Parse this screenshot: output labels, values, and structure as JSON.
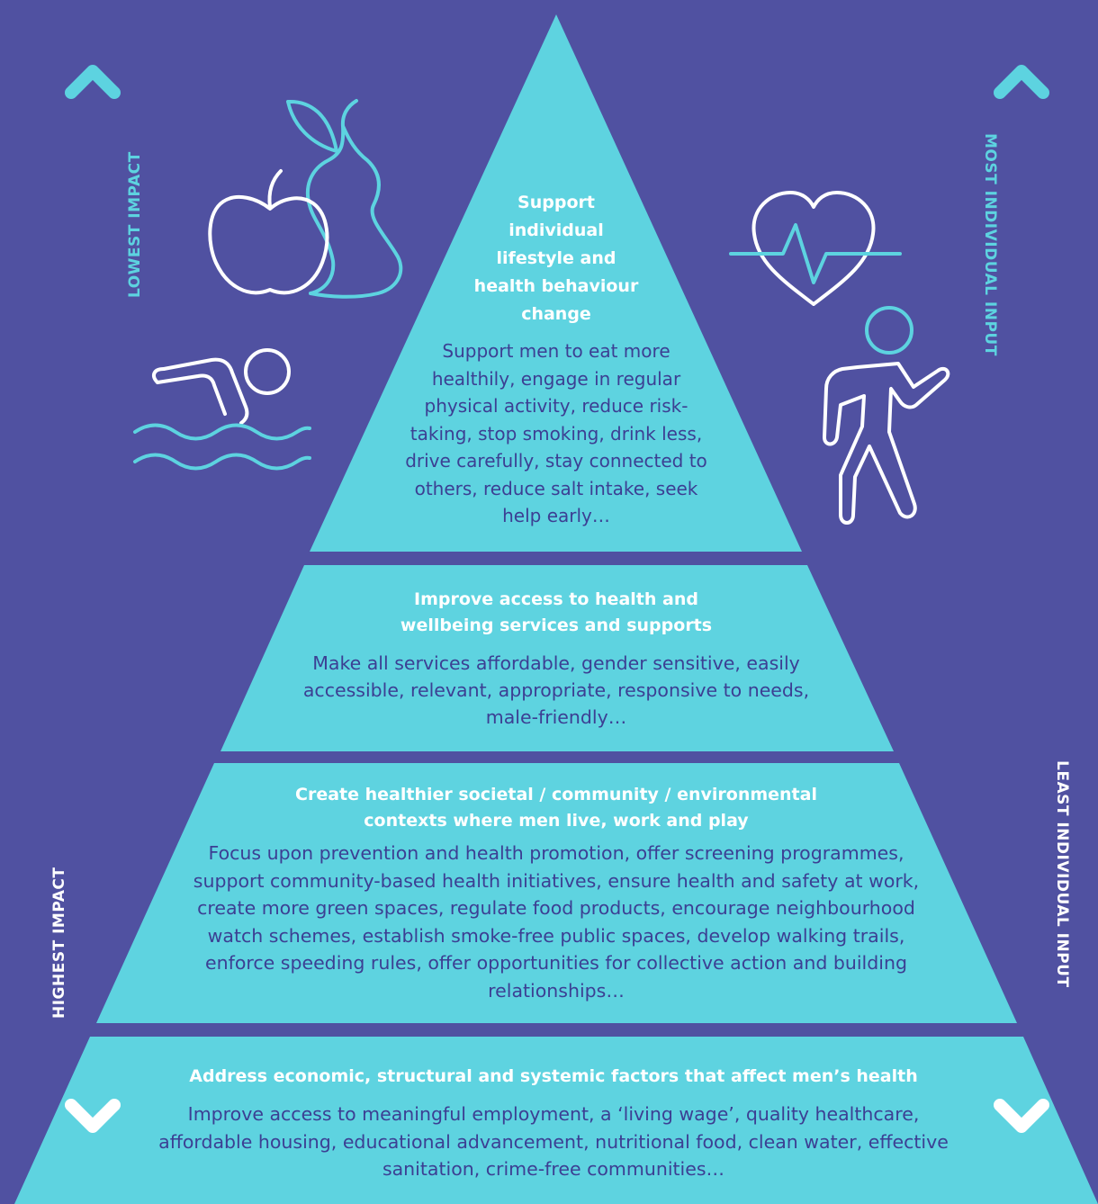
{
  "colors": {
    "background": "#5051a1",
    "pyramid": "#5ed3e0",
    "title_text": "#ffffff",
    "body_text": "#3c3f93",
    "arrow_cyan": "#5dd3e0"
  },
  "left_axis": {
    "top_label": "LOWEST IMPACT",
    "bottom_label": "HIGHEST IMPACT"
  },
  "right_axis": {
    "top_label": "MOST INDIVIDUAL INPUT",
    "bottom_label": "LEAST INDIVIDUAL INPUT"
  },
  "tiers": [
    {
      "title": "Support individual lifestyle and health behaviour change",
      "body": "Support men to eat more healthily, engage in regular physical activity, reduce risk-taking, stop smoking, drink less, drive carefully, stay connected to others, reduce salt intake, seek help early…"
    },
    {
      "title": "Improve access to health and wellbeing services and supports",
      "body": "Make all services affordable, gender sensitive, easily accessible, relevant, appropriate, responsive to needs, male-friendly…"
    },
    {
      "title": "Create healthier societal / community / environmental contexts where men live, work and play",
      "body": "Focus upon prevention and health promotion, offer screening programmes, support community-based health initiatives, ensure health and safety at work, create more green spaces, regulate food products, encourage neighbourhood watch schemes, establish smoke-free public spaces, develop walking trails, enforce speeding rules, offer opportunities for collective action and building relationships…"
    },
    {
      "title": "Address economic, structural and systemic factors that affect men’s health",
      "body": "Improve access to meaningful employment, a ‘living wage’, quality healthcare, affordable housing, educational advancement, nutritional food, clean water, effective sanitation, crime-free communities…"
    }
  ],
  "icons": [
    "apple-pear-icon",
    "swimmer-icon",
    "heartbeat-icon",
    "walking-person-icon"
  ]
}
